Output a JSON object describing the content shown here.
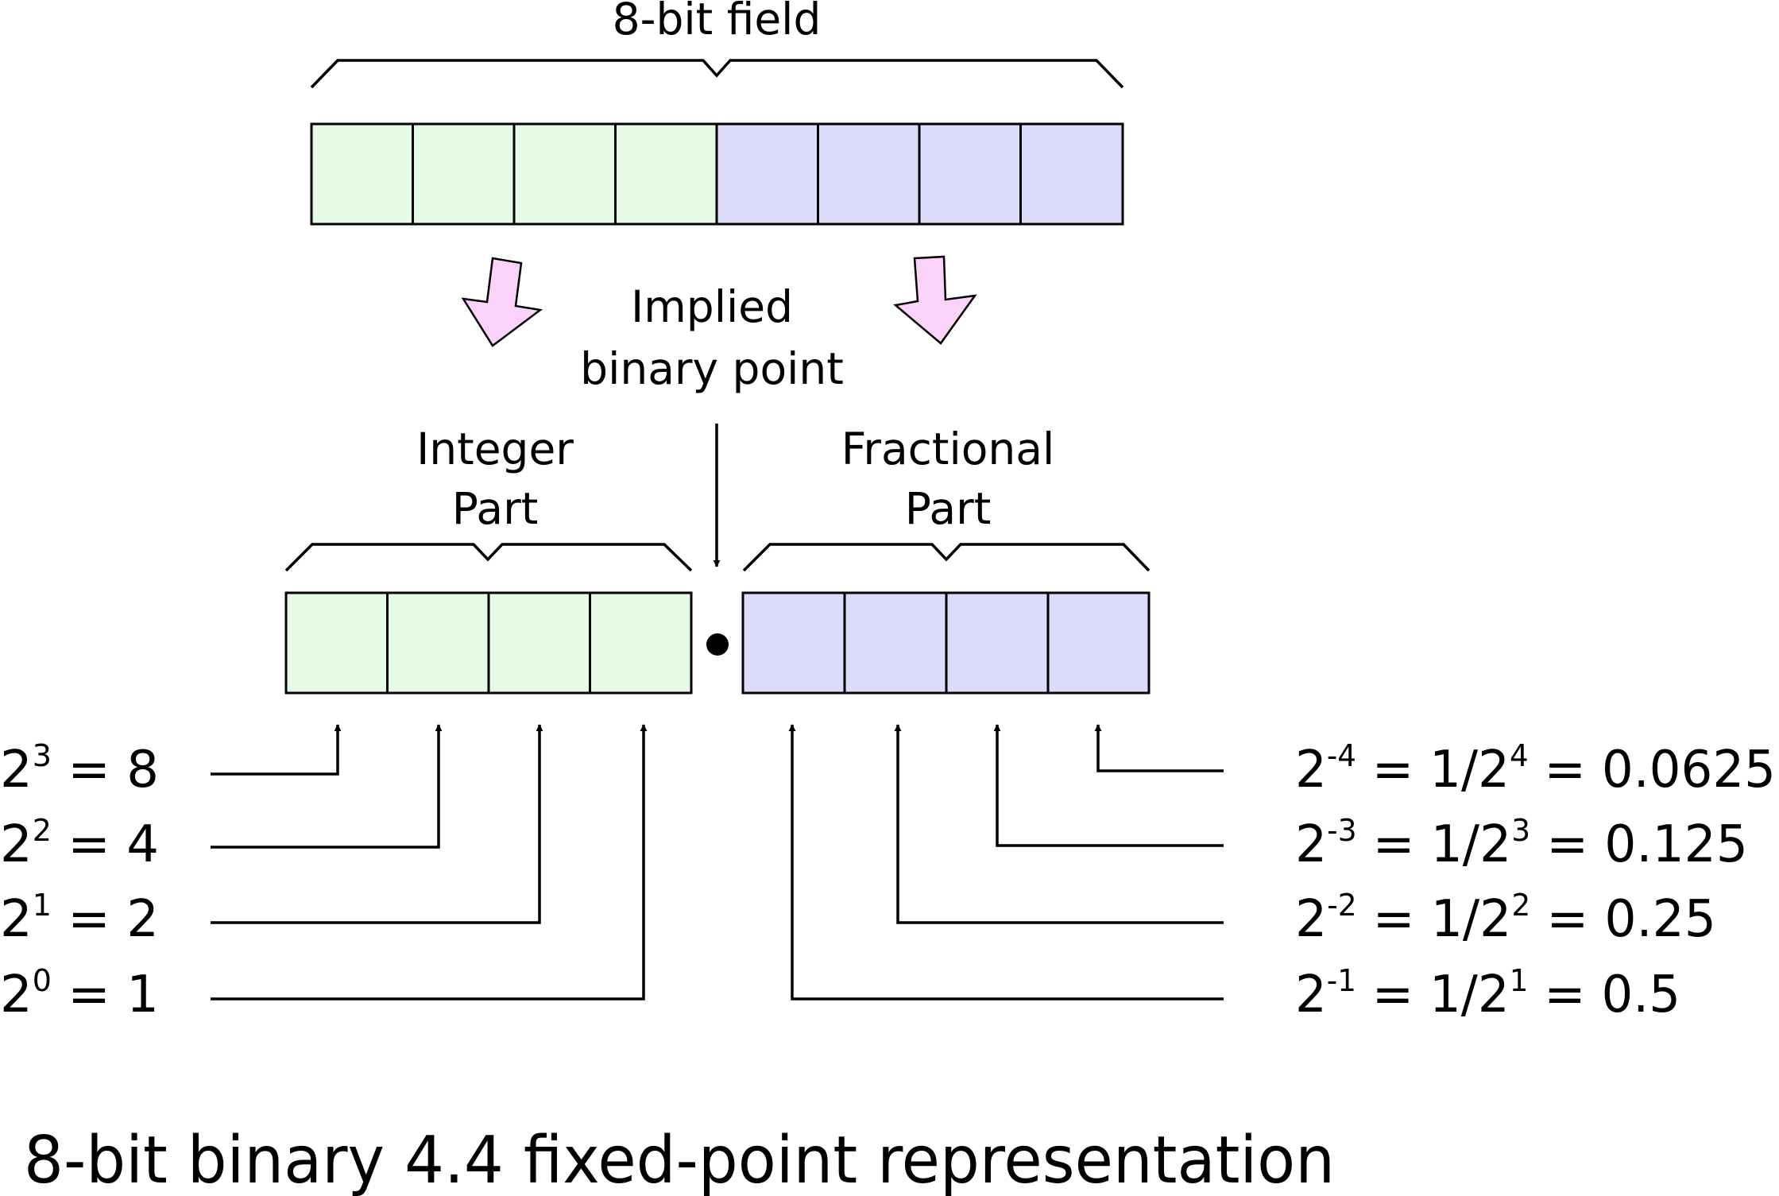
{
  "labels": {
    "field": "8-bit field",
    "implied_line1": "Implied",
    "implied_line2": "binary point",
    "integer_line1": "Integer",
    "integer_line2": "Part",
    "fractional_line1": "Fractional",
    "fractional_line2": "Part",
    "caption": "8-bit binary 4.4 fixed-point representation"
  },
  "colors": {
    "integer_cell": "#e6fbe6",
    "fractional_cell": "#dcdcfa",
    "arrow_fill": "#fad2fa"
  },
  "integer_powers": [
    {
      "base": "2",
      "exp": "3",
      "rest": " = 8"
    },
    {
      "base": "2",
      "exp": "2",
      "rest": " = 4"
    },
    {
      "base": "2",
      "exp": "1",
      "rest": " = 2"
    },
    {
      "base": "2",
      "exp": "0",
      "rest": " = 1"
    }
  ],
  "fractional_powers": [
    {
      "base": "2",
      "exp": "-4",
      "mid": " = 1/2",
      "exp2": "4",
      "rest": " = 0.0625"
    },
    {
      "base": "2",
      "exp": "-3",
      "mid": " = 1/2",
      "exp2": "3",
      "rest": " = 0.125"
    },
    {
      "base": "2",
      "exp": "-2",
      "mid": " = 1/2",
      "exp2": "2",
      "rest": " = 0.25"
    },
    {
      "base": "2",
      "exp": "-1",
      "mid": " = 1/2",
      "exp2": "1",
      "rest": " = 0.5"
    }
  ]
}
